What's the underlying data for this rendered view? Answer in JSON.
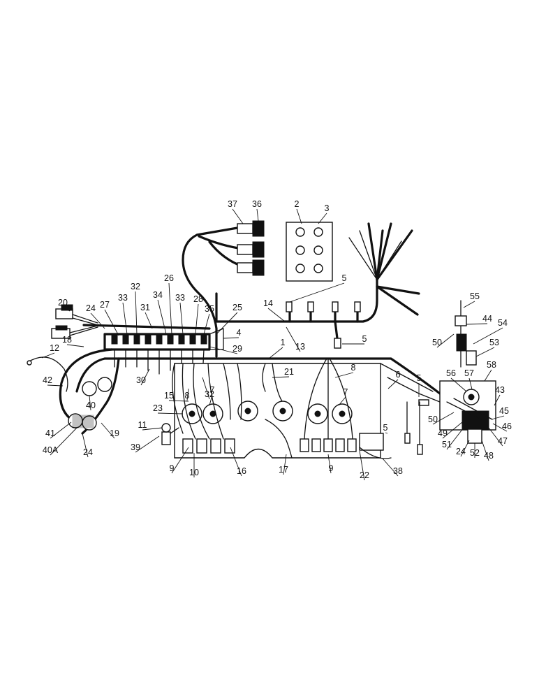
{
  "diagram": {
    "callouts": [
      {
        "id": "37",
        "label": "37"
      },
      {
        "id": "36",
        "label": "36"
      },
      {
        "id": "2",
        "label": "2"
      },
      {
        "id": "3",
        "label": "3"
      },
      {
        "id": "5a",
        "label": "5"
      },
      {
        "id": "14",
        "label": "14"
      },
      {
        "id": "13",
        "label": "13"
      },
      {
        "id": "1",
        "label": "1"
      },
      {
        "id": "5b",
        "label": "5"
      },
      {
        "id": "20",
        "label": "20"
      },
      {
        "id": "24a",
        "label": "24"
      },
      {
        "id": "27",
        "label": "27"
      },
      {
        "id": "33a",
        "label": "33"
      },
      {
        "id": "32a",
        "label": "32"
      },
      {
        "id": "31",
        "label": "31"
      },
      {
        "id": "34",
        "label": "34"
      },
      {
        "id": "26",
        "label": "26"
      },
      {
        "id": "33b",
        "label": "33"
      },
      {
        "id": "28",
        "label": "28"
      },
      {
        "id": "35",
        "label": "35"
      },
      {
        "id": "25",
        "label": "25"
      },
      {
        "id": "4",
        "label": "4"
      },
      {
        "id": "29",
        "label": "29"
      },
      {
        "id": "12",
        "label": "12"
      },
      {
        "id": "18",
        "label": "18"
      },
      {
        "id": "42",
        "label": "42"
      },
      {
        "id": "30",
        "label": "30"
      },
      {
        "id": "32b",
        "label": "32"
      },
      {
        "id": "21",
        "label": "21"
      },
      {
        "id": "8a",
        "label": "8"
      },
      {
        "id": "8b",
        "label": "8"
      },
      {
        "id": "15",
        "label": "15"
      },
      {
        "id": "7a",
        "label": "7"
      },
      {
        "id": "7b",
        "label": "7"
      },
      {
        "id": "23",
        "label": "23"
      },
      {
        "id": "40",
        "label": "40"
      },
      {
        "id": "41",
        "label": "41"
      },
      {
        "id": "19",
        "label": "19"
      },
      {
        "id": "40A",
        "label": "40A"
      },
      {
        "id": "24b",
        "label": "24"
      },
      {
        "id": "11",
        "label": "11"
      },
      {
        "id": "39",
        "label": "39"
      },
      {
        "id": "9a",
        "label": "9"
      },
      {
        "id": "10",
        "label": "10"
      },
      {
        "id": "16",
        "label": "16"
      },
      {
        "id": "17",
        "label": "17"
      },
      {
        "id": "9b",
        "label": "9"
      },
      {
        "id": "22",
        "label": "22"
      },
      {
        "id": "38",
        "label": "38"
      },
      {
        "id": "6",
        "label": "6"
      },
      {
        "id": "5c",
        "label": "5"
      },
      {
        "id": "5d",
        "label": "5"
      },
      {
        "id": "55",
        "label": "55"
      },
      {
        "id": "44",
        "label": "44"
      },
      {
        "id": "54",
        "label": "54"
      },
      {
        "id": "50a",
        "label": "50"
      },
      {
        "id": "53",
        "label": "53"
      },
      {
        "id": "58",
        "label": "58"
      },
      {
        "id": "56",
        "label": "56"
      },
      {
        "id": "57",
        "label": "57"
      },
      {
        "id": "43",
        "label": "43"
      },
      {
        "id": "50b",
        "label": "50"
      },
      {
        "id": "45",
        "label": "45"
      },
      {
        "id": "49",
        "label": "49"
      },
      {
        "id": "46",
        "label": "46"
      },
      {
        "id": "47",
        "label": "47"
      },
      {
        "id": "51",
        "label": "51"
      },
      {
        "id": "24c",
        "label": "24"
      },
      {
        "id": "52",
        "label": "52"
      },
      {
        "id": "48",
        "label": "48"
      }
    ]
  }
}
